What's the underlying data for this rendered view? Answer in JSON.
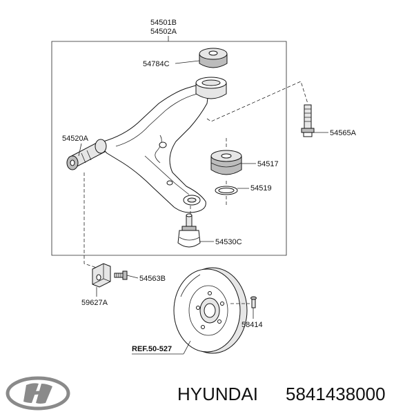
{
  "labels": {
    "assy_right": "54501B",
    "assy_left": "54502A",
    "bush_upper": "54784C",
    "bush_front": "54520A",
    "bolt": "54565A",
    "bush_rear": "54517",
    "ring": "54519",
    "ball_joint": "54530C",
    "bolt_small": "54563B",
    "bracket": "59627A",
    "screw": "58414",
    "ref": "REF.50-527"
  },
  "footer": {
    "brand": "HYUNDAI",
    "part_number": "5841438000"
  }
}
